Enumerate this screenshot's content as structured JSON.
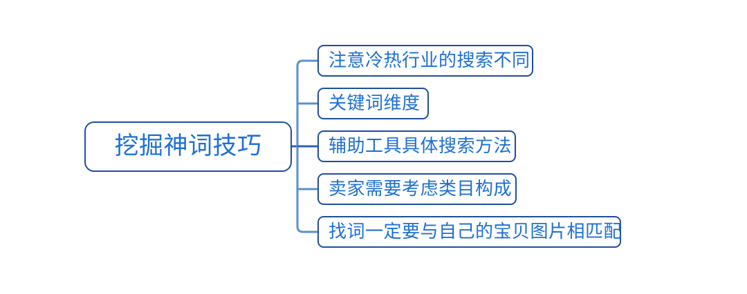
{
  "diagram": {
    "type": "mind-map",
    "orientation": "left-to-right",
    "background_color": "#ffffff",
    "node_border_color": "#1f4e9c",
    "node_text_color": "#1d6fd4",
    "connector_color": "#5b8fd0",
    "connector_stub_color": "#2b5fbf",
    "root": {
      "label": "挖掘神词技巧"
    },
    "children": [
      {
        "label": "注意冷热行业的搜索不同"
      },
      {
        "label": "关键词维度"
      },
      {
        "label": "辅助工具具体搜索方法"
      },
      {
        "label": "卖家需要考虑类目构成"
      },
      {
        "label": "找词一定要与自己的宝贝图片相匹配"
      }
    ]
  }
}
